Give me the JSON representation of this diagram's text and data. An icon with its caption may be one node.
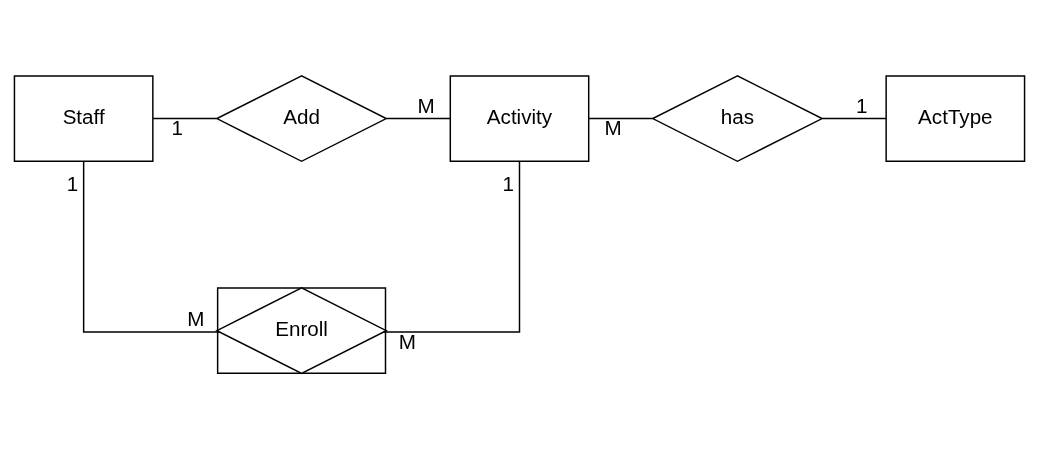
{
  "diagram": {
    "nodes": [
      {
        "text": [
          "Staff"
        ]
      },
      {
        "text": [
          "Add"
        ]
      },
      {
        "text": [
          "Activity"
        ]
      },
      {
        "text": [
          "has"
        ]
      },
      {
        "text": [
          "ActType"
        ]
      },
      {
        "text": [],
        "shape": "box"
      },
      {
        "text": [
          "Enroll"
        ],
        "in": 5
      }
    ],
    "edges": [
      {
        "from": 0,
        "to": 1,
        "arrow": "none"
      },
      {
        "from": 1,
        "to": 2,
        "arrow": "none"
      },
      {
        "from": 2,
        "to": 3,
        "arrow": "none"
      },
      {
        "from": 3,
        "to": 4,
        "arrow": "none"
      },
      {
        "from": 0,
        "to": 6,
        "arrow": "none"
      },
      {
        "from": 2,
        "to": 6,
        "arrow": "none"
      }
    ],
    "labels": [
      "1",
      "M",
      "M",
      "1",
      "1",
      "1",
      "M",
      "M"
    ]
  }
}
